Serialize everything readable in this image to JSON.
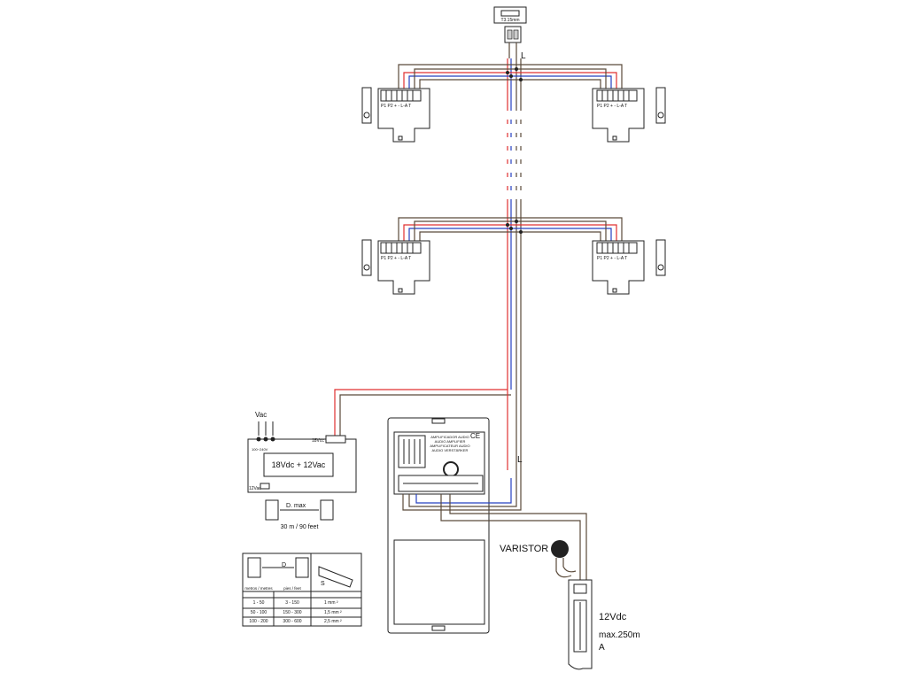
{
  "fuse": {
    "label": "T3.15mm"
  },
  "bus": {
    "line_label_top": "L",
    "line_label_bottom": "L"
  },
  "monitors": [
    {
      "terminals": "P1 P2 + - L-A T"
    },
    {
      "terminals": "P1 P2 + - L-A T"
    },
    {
      "terminals": "P1 P2 + - L-A T"
    },
    {
      "terminals": "P1 P2 + - L-A T"
    }
  ],
  "power_supply": {
    "input_label": "Vac",
    "output_label": "18Vcc",
    "main_label": "18Vdc + 12Vac",
    "mains_label": "100~240V",
    "bottom_label": "12Vac"
  },
  "distance_note": {
    "label": "D. max",
    "value": "30 m / 90 feet"
  },
  "cable_table": {
    "d_label": "D",
    "s_label": "S",
    "headers": [
      "metros / metres",
      "pies / feet",
      ""
    ],
    "rows": [
      [
        "1 - 50",
        "3 - 150",
        "1   mm ²"
      ],
      [
        "50 - 100",
        "150 - 300",
        "1,5  mm ²"
      ],
      [
        "100 - 200",
        "300 - 600",
        "2,5  mm ²"
      ]
    ]
  },
  "amplifier": {
    "lines": [
      "AMPLIFICADOR AUDIO",
      "AUDIO AMPLIFIER",
      "AMPLIFICATEUR AUDIO",
      "AUDIO VERSTÄRKER"
    ],
    "ce": "CE"
  },
  "varistor": {
    "label": "VARISTOR"
  },
  "lock": {
    "voltage": "12Vdc",
    "current": "max.250m",
    "unit": "A"
  }
}
